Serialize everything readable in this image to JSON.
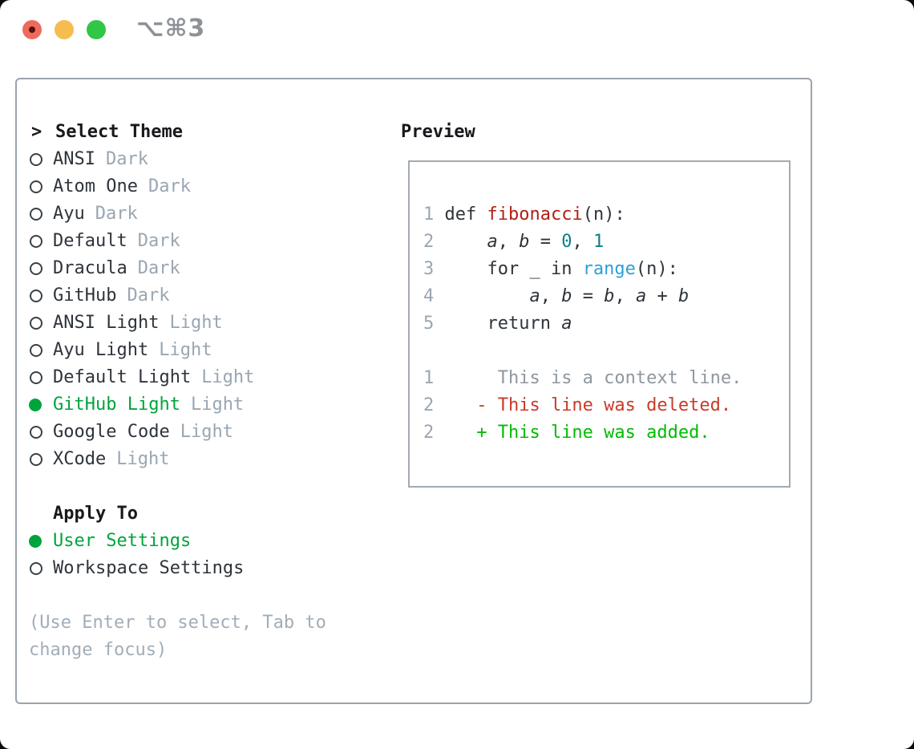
{
  "window": {
    "title": "⌥⌘3",
    "traffic_lights": [
      "close",
      "minimize",
      "zoom"
    ]
  },
  "colors": {
    "selection_green": "#00a43c",
    "added_green": "#00bc00",
    "deleted_red": "#cb3a28",
    "function_red": "#b01f14",
    "number_teal": "#0d7e8a",
    "builtin_blue": "#2d9fd8",
    "muted_gray": "#9aa6b2",
    "help_gray": "#a2adb8",
    "text_dark": "#2e343b",
    "border_gray": "#9ba3ad"
  },
  "theme_picker": {
    "prompt": ">",
    "header": "Select Theme",
    "themes": [
      {
        "name": "ANSI",
        "variant": "Dark",
        "selected": false
      },
      {
        "name": "Atom One",
        "variant": "Dark",
        "selected": false
      },
      {
        "name": "Ayu",
        "variant": "Dark",
        "selected": false
      },
      {
        "name": "Default",
        "variant": "Dark",
        "selected": false
      },
      {
        "name": "Dracula",
        "variant": "Dark",
        "selected": false
      },
      {
        "name": "GitHub",
        "variant": "Dark",
        "selected": false
      },
      {
        "name": "ANSI Light",
        "variant": "Light",
        "selected": false
      },
      {
        "name": "Ayu Light",
        "variant": "Light",
        "selected": false
      },
      {
        "name": "Default Light",
        "variant": "Light",
        "selected": false
      },
      {
        "name": "GitHub Light",
        "variant": "Light",
        "selected": true
      },
      {
        "name": "Google Code",
        "variant": "Light",
        "selected": false
      },
      {
        "name": "XCode",
        "variant": "Light",
        "selected": false
      }
    ],
    "apply_to": {
      "header": "Apply To",
      "options": [
        {
          "name": "User Settings",
          "selected": true
        },
        {
          "name": "Workspace Settings",
          "selected": false
        }
      ]
    },
    "help_lines": [
      "(Use Enter to select, Tab to",
      "change focus)"
    ]
  },
  "preview": {
    "header": "Preview",
    "lines": [
      {
        "segments": [
          {
            "c": "ln",
            "t": "1"
          },
          {
            "c": "code",
            "t": " def "
          },
          {
            "c": "fn",
            "t": "fibonacci"
          },
          {
            "c": "code",
            "t": "(n):"
          }
        ]
      },
      {
        "segments": [
          {
            "c": "ln",
            "t": "2"
          },
          {
            "c": "code",
            "t": "     "
          },
          {
            "c": "var",
            "t": "a"
          },
          {
            "c": "code",
            "t": ", "
          },
          {
            "c": "var",
            "t": "b"
          },
          {
            "c": "code",
            "t": " = "
          },
          {
            "c": "num",
            "t": "0"
          },
          {
            "c": "code",
            "t": ", "
          },
          {
            "c": "num",
            "t": "1"
          }
        ]
      },
      {
        "segments": [
          {
            "c": "ln",
            "t": "3"
          },
          {
            "c": "code",
            "t": "     for _ in "
          },
          {
            "c": "blue",
            "t": "range"
          },
          {
            "c": "code",
            "t": "(n):"
          }
        ]
      },
      {
        "segments": [
          {
            "c": "ln",
            "t": "4"
          },
          {
            "c": "code",
            "t": "         "
          },
          {
            "c": "var",
            "t": "a"
          },
          {
            "c": "code",
            "t": ", "
          },
          {
            "c": "var",
            "t": "b"
          },
          {
            "c": "code",
            "t": " = "
          },
          {
            "c": "var",
            "t": "b"
          },
          {
            "c": "code",
            "t": ", "
          },
          {
            "c": "var",
            "t": "a"
          },
          {
            "c": "code",
            "t": " + "
          },
          {
            "c": "var",
            "t": "b"
          }
        ]
      },
      {
        "segments": [
          {
            "c": "ln",
            "t": "5"
          },
          {
            "c": "code",
            "t": "     return "
          },
          {
            "c": "var",
            "t": "a"
          }
        ]
      },
      {
        "segments": []
      },
      {
        "segments": [
          {
            "c": "ln",
            "t": "1"
          },
          {
            "c": "ctx",
            "t": "      This is a context line."
          }
        ]
      },
      {
        "segments": [
          {
            "c": "ln",
            "t": "2"
          },
          {
            "c": "del",
            "t": "    - This line was deleted."
          }
        ]
      },
      {
        "segments": [
          {
            "c": "ln",
            "t": "2"
          },
          {
            "c": "add",
            "t": "    + This line was added."
          }
        ]
      }
    ]
  }
}
